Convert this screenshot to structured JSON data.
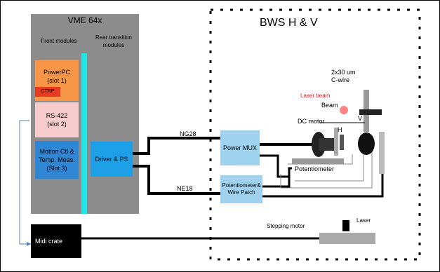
{
  "vme": {
    "title": "VME 64x",
    "front_title": "Front modules",
    "rear_title": "Rear  transition modules"
  },
  "modules": {
    "powerpc": "PowerPC (slot 1)",
    "ctrp": "CTRP",
    "rs422": "RS-422 (slot 2)",
    "motion": "Motion Ctl & Temp. Meas. (Slot 3)",
    "driver": "Driver & PS"
  },
  "bws": {
    "title": "BWS H & V",
    "power_mux": "Power MUX",
    "pot_wire": "Potentiometer& Wire Patch",
    "ng28": "NG28",
    "ne18": "NE18",
    "cwire": "2x30 um C-wire",
    "laser_beam": "Laser beam",
    "beam": "Beam",
    "dc_motor": "DC motor",
    "h_label": "H",
    "v_label": "V",
    "potentiometer": "Potentiometer",
    "stepping_motor": "Stepping motor",
    "laser": "Laser"
  },
  "midi": {
    "label": "Midi crate"
  },
  "colors": {
    "vme_bg": "#8c8c8c",
    "accent_cyan": "#22e6e6",
    "powerpc": "#f79646",
    "ctrp": "#e53c1f",
    "rs422": "#f7cccc",
    "motion": "#2e86d4",
    "driver": "#1ea0e8",
    "bws_boxes": "#9fd2ee",
    "laser_beam_text": "#e02020"
  }
}
